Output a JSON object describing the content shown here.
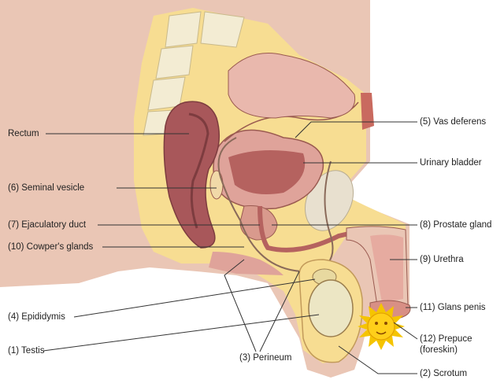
{
  "labels": {
    "rectum": "Rectum",
    "seminal_vesicle": "(6) Seminal vesicle",
    "ejaculatory_duct": "(7) Ejaculatory duct",
    "cowpers_glands": "(10) Cowper's glands",
    "epididymis": "(4) Epididymis",
    "testis": "(1) Testis",
    "perineum": "(3) Perineum",
    "vas_deferens": "(5) Vas deferens",
    "urinary_bladder": "Urinary bladder",
    "prostate_gland": "(8) Prostate gland",
    "urethra": "(9) Urethra",
    "glans_penis": "(11) Glans penis",
    "prepuce_line1": "(12) Prepuce",
    "prepuce_line2": "(foreskin)",
    "scrotum": "(2) Scrotum"
  },
  "colors": {
    "fat_yellow": "#f7dd92",
    "skin": "#eac6b5",
    "tissue_pink": "#dfa39a",
    "rectum_dark": "#a8575a",
    "bone": "#f3ecd3",
    "sun": "#f5c400",
    "leader_line": "#333333"
  },
  "icons": {
    "sun_sticker": "sun-face-icon"
  }
}
